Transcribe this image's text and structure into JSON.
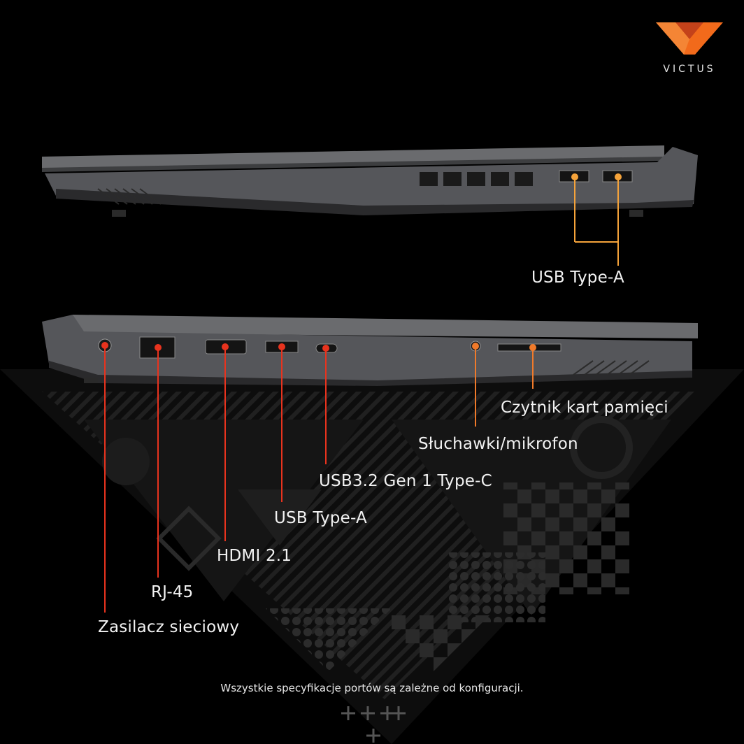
{
  "brand": {
    "name": "VICTUS",
    "logo_color": "#F26A1B",
    "logo_color_dark": "#C4421A"
  },
  "colors": {
    "right_side_callout": "#F5A33A",
    "left_red_callout": "#E8331E",
    "left_orange_callout": "#F07A2A",
    "chassis": "#56575A"
  },
  "right_side": {
    "ports": [
      {
        "label": "USB Type-A"
      }
    ]
  },
  "left_side": {
    "ports": [
      {
        "label": "Zasilacz sieciowy"
      },
      {
        "label": "RJ-45"
      },
      {
        "label": "HDMI 2.1"
      },
      {
        "label": "USB Type-A"
      },
      {
        "label": "USB3.2 Gen 1 Type-C"
      },
      {
        "label": "Słuchawki/mikrofon"
      },
      {
        "label": "Czytnik kart pamięci"
      }
    ]
  },
  "disclaimer": "Wszystkie specyfikacje portów są zależne od konfiguracji."
}
